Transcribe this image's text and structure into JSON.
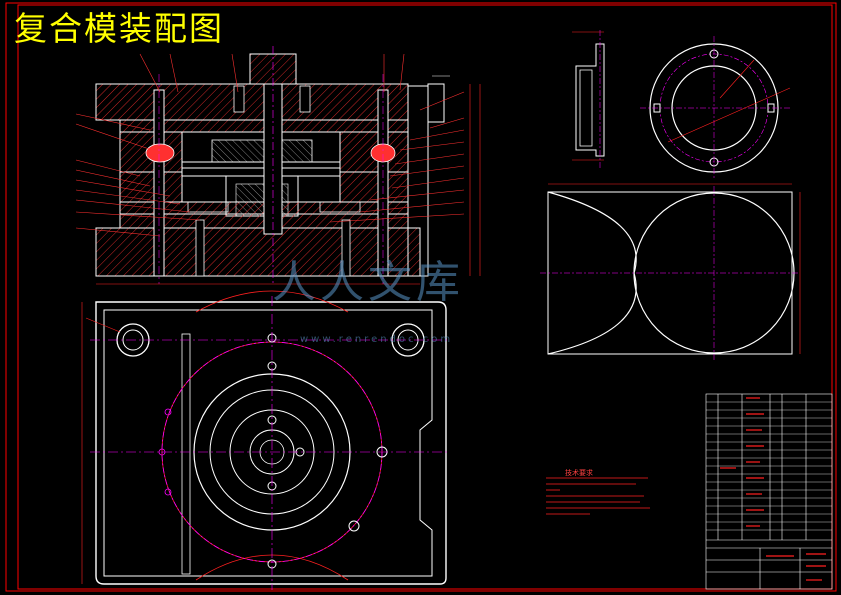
{
  "drawing": {
    "title": "复合模装配图",
    "watermark_main": "人人文库",
    "watermark_url": "www.renrendoc.com",
    "tech_notes_title": "技术要求"
  },
  "colors": {
    "background": "#000000",
    "frame": "#ff0000",
    "outline": "#ffffff",
    "hatch": "#ff3030",
    "centerline": "#ff00ff",
    "dimension": "#ff2020",
    "title_text": "#ffff00",
    "watermark": "#5a96c8"
  }
}
